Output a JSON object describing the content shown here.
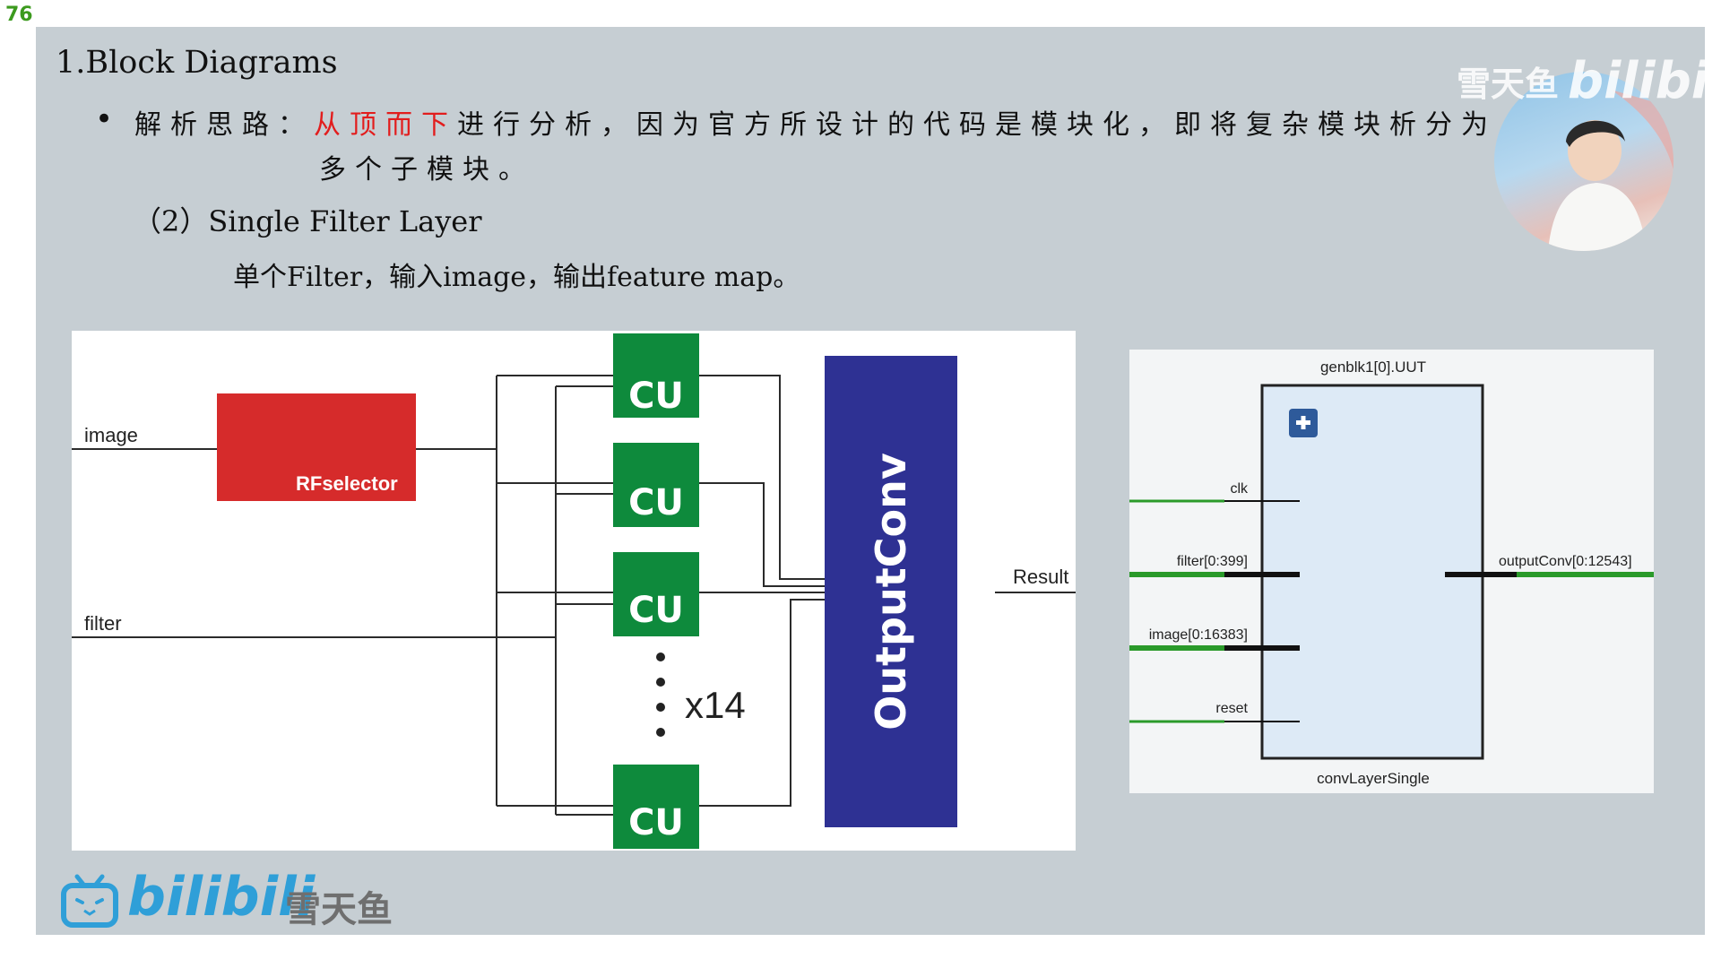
{
  "page_number": "76",
  "title": "1.Block Diagrams",
  "bullet": {
    "prefix": "解析思路：",
    "highlight": "从顶而下",
    "rest_line1": "进行分析，因为官方所设计的代码是模块化，即将复杂模块析分为",
    "line2": "多个子模块。"
  },
  "subheading": "（2）Single Filter Layer",
  "subline": "单个Filter，输入image，输出feature map。",
  "left_diagram": {
    "input_image": "image",
    "input_filter": "filter",
    "rf_selector": "RFselector",
    "cu_labels": [
      "CU",
      "CU",
      "CU",
      "CU"
    ],
    "repeat_label": "x14",
    "output_block": "OutputConv",
    "output_label": "Result"
  },
  "right_diagram": {
    "instance_name": "genblk1[0].UUT",
    "module_name": "convLayerSingle",
    "ports_in": [
      "clk",
      "filter[0:399]",
      "image[0:16383]",
      "reset"
    ],
    "port_out": "outputConv[0:12543]"
  },
  "watermark": {
    "name": "雪天鱼",
    "logo": "bilibili"
  },
  "colors": {
    "rf_red": "#d62b2b",
    "cu_green": "#0e8a3c",
    "output_blue": "#2e3193",
    "highlight_red": "#e21d1d",
    "wire_green": "#2a9a2a",
    "bilibili_blue": "#2f9fd8"
  }
}
